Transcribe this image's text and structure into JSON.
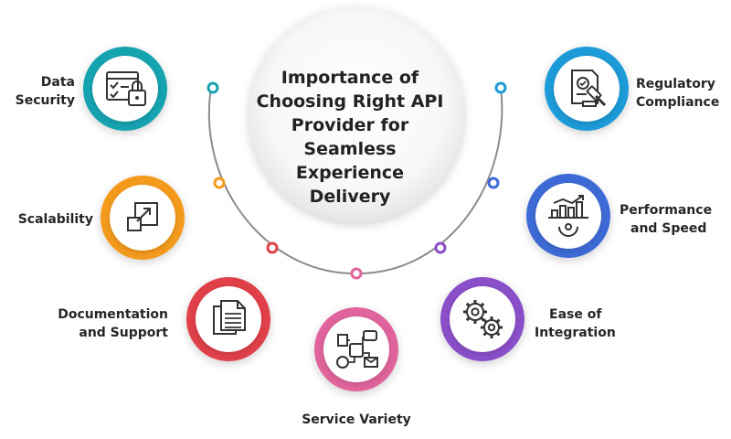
{
  "title_lines": [
    "Importance of",
    "Choosing Right API",
    "Provider for Seamless",
    "Experience Delivery"
  ],
  "items": [
    {
      "key": "data-security",
      "lines": [
        "Data",
        "Security"
      ],
      "color": "#17a3b0",
      "icon": "lock-checklist-icon"
    },
    {
      "key": "scalability",
      "lines": [
        "Scalability"
      ],
      "color": "#f39a1e",
      "icon": "expand-icon"
    },
    {
      "key": "documentation-support",
      "lines": [
        "Documentation",
        "and Support"
      ],
      "color": "#e0414a",
      "icon": "document-icon"
    },
    {
      "key": "service-variety",
      "lines": [
        "Service Variety"
      ],
      "color": "#e0649c",
      "icon": "workflow-icon"
    },
    {
      "key": "ease-of-integration",
      "lines": [
        "Ease of",
        "Integration"
      ],
      "color": "#8a4fc8",
      "icon": "gears-icon"
    },
    {
      "key": "performance-speed",
      "lines": [
        "Performance",
        "and Speed"
      ],
      "color": "#3e6ad6",
      "icon": "bar-chart-gear-icon"
    },
    {
      "key": "regulatory-compliance",
      "lines": [
        "Regulatory",
        "Compliance"
      ],
      "color": "#1c9bd8",
      "icon": "gavel-document-icon"
    }
  ]
}
